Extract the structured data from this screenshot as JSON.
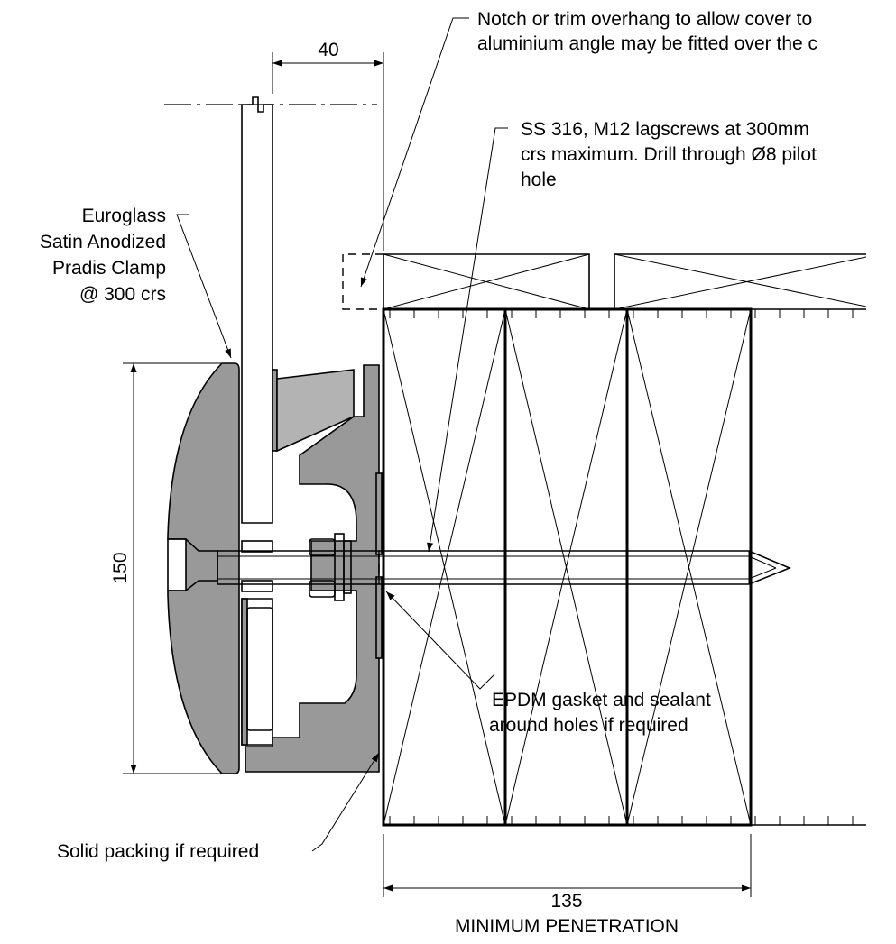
{
  "colors": {
    "line": "#000000",
    "clamp": "#999999",
    "clamp_light": "#b3b3b3",
    "bolt": "#ffffff",
    "background": "#ffffff"
  },
  "dimensions": {
    "top_width": "40",
    "clamp_height": "150",
    "penetration_value": "135",
    "penetration_caption": "MINIMUM PENETRATION"
  },
  "annotations": {
    "notch": {
      "line1": "Notch or trim overhang to allow cover to",
      "line2": "aluminium angle may be fitted over the c"
    },
    "lagscrews": {
      "line1": "SS 316, M12 lagscrews at 300mm",
      "line2": "crs maximum. Drill through Ø8 pilot",
      "line3": "hole"
    },
    "clamp": {
      "line1": "Euroglass",
      "line2": "Satin Anodized",
      "line3": "Pradis Clamp",
      "line4": "@ 300 crs"
    },
    "gasket": {
      "line1": "EPDM gasket and sealant",
      "line2": "around holes if required"
    },
    "packing": "Solid packing if required"
  }
}
